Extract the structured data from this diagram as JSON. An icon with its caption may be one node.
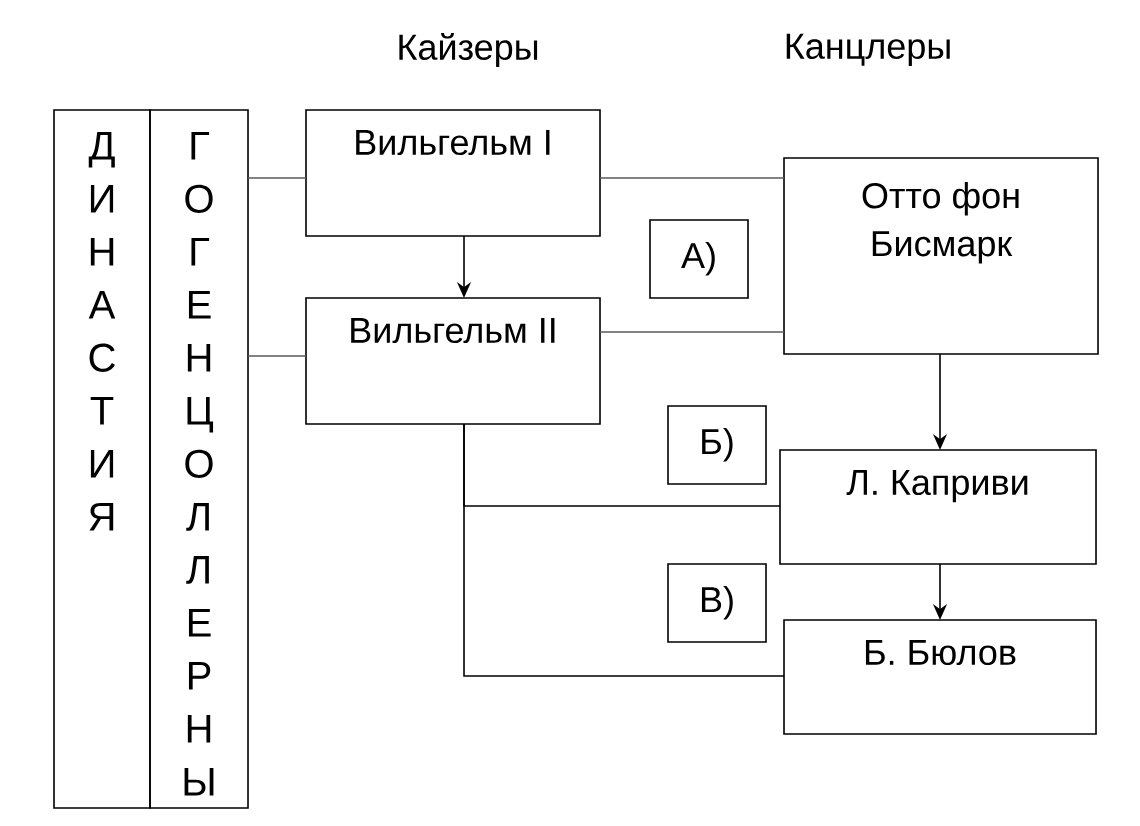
{
  "diagram": {
    "nodes": [
      {
        "text": [
          "Д И Н А С Т И Я"
        ]
      },
      {
        "text": [
          "Г О Г Е Н Ц О Л Л Е Р Н Ы"
        ]
      },
      {
        "text": [
          "Вильгельм I"
        ]
      },
      {
        "text": [
          "Отто фон Бисмарк"
        ]
      },
      {
        "text": [
          "А)"
        ]
      },
      {
        "text": [
          "Вильгельм II"
        ]
      },
      {
        "text": [
          "Б)"
        ]
      },
      {
        "text": [
          "Л. Каприви"
        ]
      },
      {
        "text": [
          "В)"
        ]
      },
      {
        "text": [
          "Б. Бюлов"
        ]
      }
    ],
    "edges": [
      {
        "from": 1,
        "to": 2,
        "arrow": "none",
        "color": "#595959"
      },
      {
        "from": 1,
        "to": 5,
        "arrow": "none",
        "color": "#595959"
      },
      {
        "from": 2,
        "to": 5,
        "arrow": "to"
      },
      {
        "from": 2,
        "to": 3,
        "arrow": "none",
        "color": "#595959"
      },
      {
        "from": 5,
        "to": 3,
        "arrow": "none",
        "color": "#595959"
      },
      {
        "from": 3,
        "to": 7,
        "arrow": "to"
      },
      {
        "from": 7,
        "to": 9,
        "arrow": "to"
      },
      {
        "from": 5,
        "to": 7,
        "arrow": "none"
      },
      {
        "from": 5,
        "to": 9,
        "arrow": "none"
      }
    ],
    "labels": [
      "Кайзеры",
      "Канцлеры"
    ]
  }
}
